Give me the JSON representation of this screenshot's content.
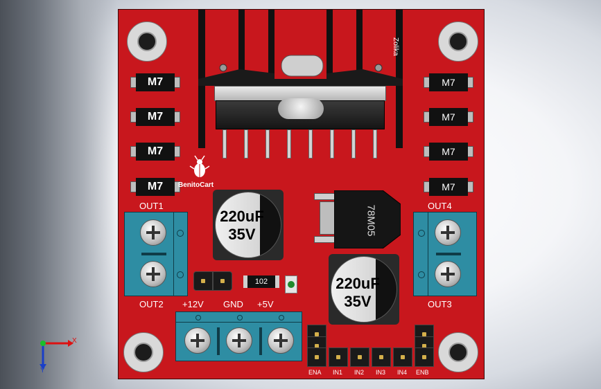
{
  "board": {
    "diodes_left": [
      "M7",
      "M7",
      "M7",
      "M7"
    ],
    "diodes_right": [
      "M7",
      "M7",
      "M7",
      "M7"
    ],
    "logo_text": "BenitoCart",
    "author_text": "Zolika",
    "regulator_text": "78M05",
    "resistor_text": "102",
    "cap1": {
      "value": "220uF",
      "voltage": "35V"
    },
    "cap2": {
      "value": "220uF",
      "voltage": "35V"
    },
    "labels": {
      "out1": "OUT1",
      "out2": "OUT2",
      "out3": "OUT3",
      "out4": "OUT4",
      "v12": "+12V",
      "gnd": "GND",
      "v5": "+5V"
    },
    "header_labels": [
      "ENA",
      "IN1",
      "IN2",
      "IN3",
      "IN4",
      "ENB"
    ]
  },
  "axes": {
    "x": "X",
    "y": "Y"
  },
  "colors": {
    "pcb": "#c8171d",
    "terminal": "#2e8da3",
    "axis_x": "#d11",
    "axis_y": "#1a3fc8"
  }
}
